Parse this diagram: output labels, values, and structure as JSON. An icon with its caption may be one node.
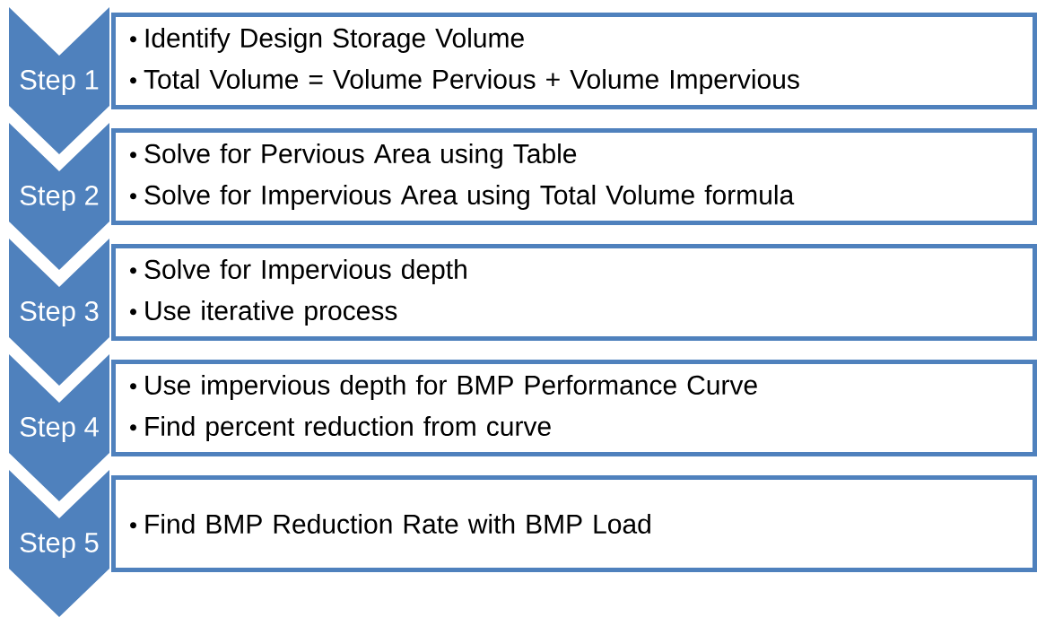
{
  "diagram": {
    "nodes": [
      {
        "text": [
          "Step 1"
        ]
      },
      {
        "text": [
          "Identify Design Storage Volume",
          "Total Volume = Volume Pervious + Volume Impervious"
        ]
      },
      {
        "text": [
          "Step 2"
        ]
      },
      {
        "text": [
          "Solve for Pervious Area using Table",
          "Solve for Impervious Area using Total Volume formula"
        ]
      },
      {
        "text": [
          "Step 3"
        ]
      },
      {
        "text": [
          "Solve for Impervious depth",
          "Use iterative process"
        ]
      },
      {
        "text": [
          "Step 4"
        ]
      },
      {
        "text": [
          "Use impervious depth for BMP Performance Curve",
          "Find percent reduction from curve"
        ]
      },
      {
        "text": [
          "Step 5"
        ]
      },
      {
        "text": [
          "Find BMP Reduction Rate with BMP Load"
        ]
      }
    ]
  }
}
